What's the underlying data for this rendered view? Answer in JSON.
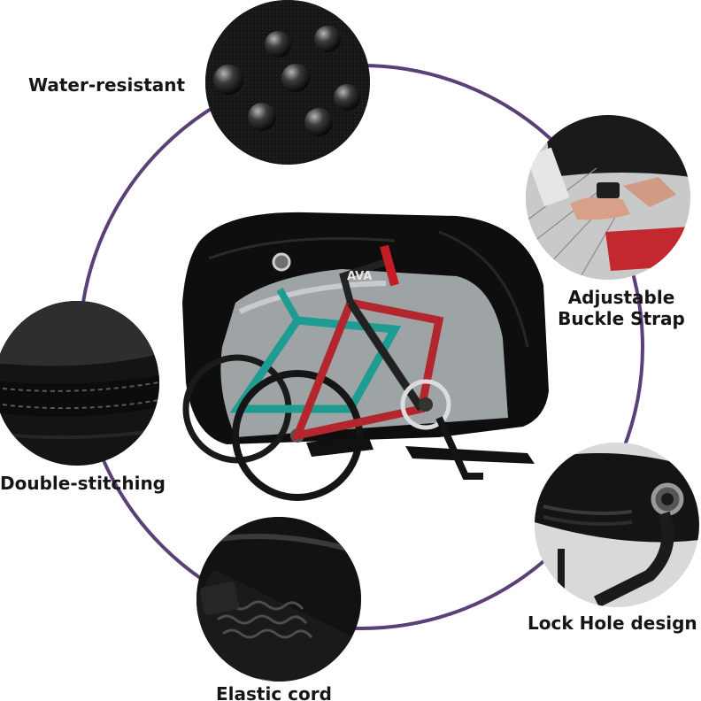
{
  "features": [
    {
      "id": "water",
      "label": "Water-resistant",
      "icon": "water-droplets-icon"
    },
    {
      "id": "buckle",
      "label_lines": [
        "Adjustable",
        "Buckle Strap"
      ],
      "icon": "buckle-strap-icon"
    },
    {
      "id": "stitch",
      "label": "Double-stitching",
      "icon": "stitching-icon"
    },
    {
      "id": "lock",
      "label": "Lock Hole design",
      "icon": "lock-hole-icon"
    },
    {
      "id": "elastic",
      "label": "Elastic cord",
      "icon": "elastic-cord-icon"
    }
  ],
  "hero": {
    "brand_text": "AVA",
    "description_icon": "bike-cover-icon"
  },
  "colors": {
    "ring": "#5a3f79",
    "cover": "#0e0e0e",
    "bike_frame_teal": "#1e9c92",
    "bike_frame_red": "#b3262d",
    "label": "#151515"
  }
}
